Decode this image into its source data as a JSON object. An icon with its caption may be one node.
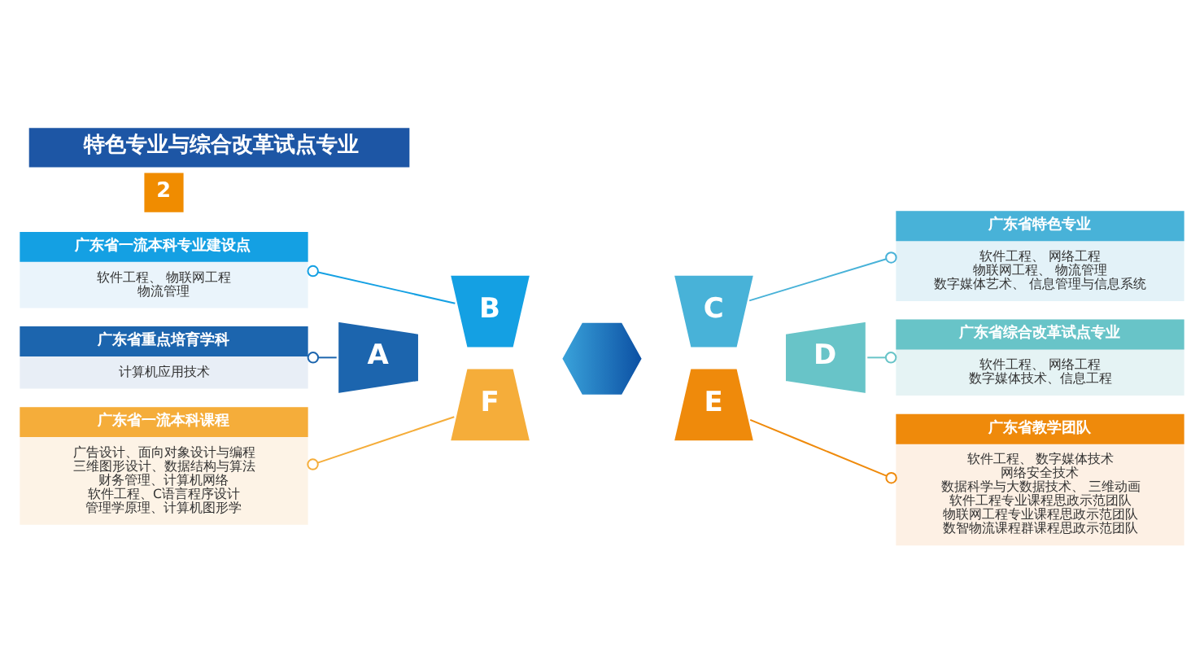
{
  "diagram": {
    "title": "特色专业与综合改革试点专业",
    "nodes": [
      {
        "text": [
          "广东省一流本科专业建设点",
          "软件工程、 物联网工程",
          "物流管理"
        ]
      },
      {
        "text": [
          "广东省重点培育学科",
          "计算机应用技术"
        ]
      },
      {
        "text": [
          "广东省一流本科课程",
          "广告设计、面向对象设计与编程",
          "三维图形设计、数据结构与算法",
          "财务管理、计算机网络",
          "软件工程、C语言程序设计",
          "管理学原理、计算机图形学"
        ]
      },
      {
        "text": [],
        "shape": "hexagon"
      },
      {
        "text": [
          "A"
        ]
      },
      {
        "text": [
          "B"
        ]
      },
      {
        "text": [
          "C"
        ]
      },
      {
        "text": [
          "D"
        ]
      },
      {
        "text": [
          "E"
        ]
      },
      {
        "text": [
          "F"
        ]
      },
      {
        "text": [
          "广东省特色专业",
          "软件工程、 网络工程",
          "物联网工程、 物流管理",
          "数字媒体艺术、 信息管理与信息系统"
        ]
      },
      {
        "text": [
          "广东省综合改革试点专业",
          "软件工程、 网络工程",
          "数字媒体技术、信息工程"
        ]
      },
      {
        "text": [
          "广东省教学团队",
          "软件工程、 数字媒体技术",
          "网络安全技术",
          "数据科学与大数据技术、 三维动画",
          "软件工程专业课程思政示范团队",
          "物联网工程专业课程思政示范团队",
          "数智物流课程群课程思政示范团队"
        ]
      }
    ],
    "edges": [
      {
        "from": 5,
        "to": 0,
        "arrow": "other",
        "color": "#14a0e3"
      },
      {
        "from": 4,
        "to": 1,
        "arrow": "other",
        "color": "#1c65ae"
      },
      {
        "from": 9,
        "to": 2,
        "arrow": "other",
        "color": "#f5ad3a"
      },
      {
        "from": 6,
        "to": 10,
        "arrow": "other",
        "color": "#48b2d8"
      },
      {
        "from": 7,
        "to": 11,
        "arrow": "other",
        "color": "#68c4c8"
      },
      {
        "from": 8,
        "to": 12,
        "arrow": "other",
        "color": "#ef8a0b"
      }
    ],
    "labels": [
      "2"
    ]
  }
}
